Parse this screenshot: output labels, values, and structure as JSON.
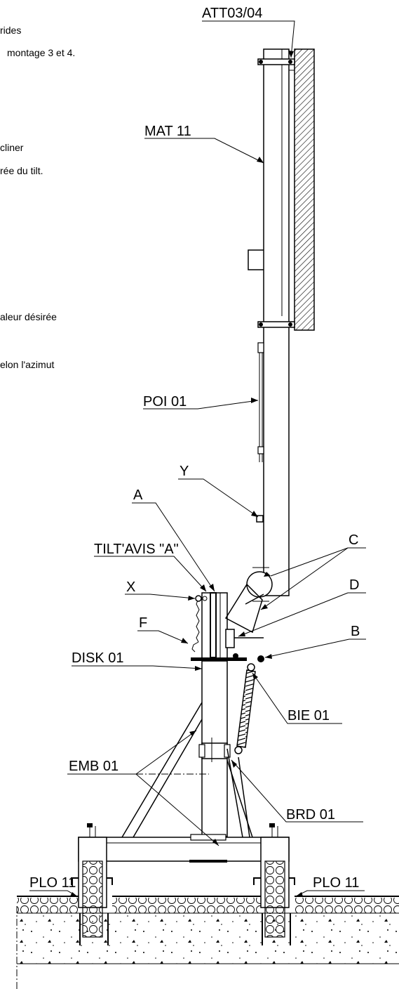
{
  "notes": [
    "rides",
    "montage 3 et 4.",
    "cliner",
    "rée du tilt.",
    "aleur désirée",
    "elon l'azimut"
  ],
  "labels": {
    "att": "ATT03/04",
    "mat": "MAT 11",
    "poi": "POI 01",
    "y": "Y",
    "a": "A",
    "tilt": "TILT'AVIS \"A\"",
    "c": "C",
    "x": "X",
    "d": "D",
    "f": "F",
    "b": "B",
    "disk": "DISK 01",
    "bie": "BIE 01",
    "emb": "EMB 01",
    "brd": "BRD 01",
    "plo_left": "PLO 11",
    "plo_right": "PLO 11"
  }
}
